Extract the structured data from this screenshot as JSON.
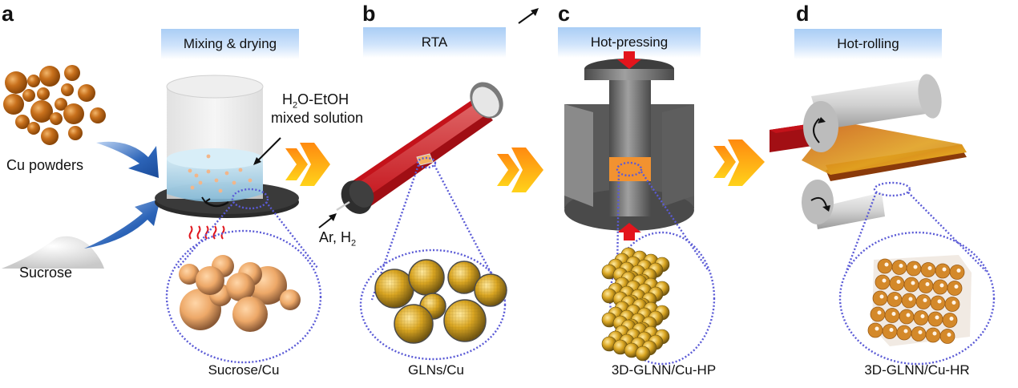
{
  "figure": {
    "panels": [
      {
        "letter": "a",
        "step": "Mixing & drying",
        "caption": "Sucrose/Cu"
      },
      {
        "letter": "b",
        "step": "RTA",
        "caption": "GLNs/Cu"
      },
      {
        "letter": "c",
        "step": "Hot-pressing",
        "caption": "3D-GLNN/Cu-HP"
      },
      {
        "letter": "d",
        "step": "Hot-rolling",
        "caption": "3D-GLNN/Cu-HR"
      }
    ],
    "inputs": {
      "cu_powders": "Cu powders",
      "sucrose": "Sucrose"
    },
    "annotations": {
      "solution_line1_prefix": "H",
      "solution_line1_sub": "2",
      "solution_line1_suffix": "O-EtOH",
      "solution_line2": "mixed solution",
      "gas_prefix": "Ar, H",
      "gas_sub": "2"
    },
    "colors": {
      "banner_blue": "#a9cdf5",
      "copper": "#c0701e",
      "furnace_red": "#c4121a",
      "arrow_orange": "#ff9a1a",
      "arrow_blue": "#2a63b8",
      "dotted_outline": "#5a5ad6",
      "press_gray": "#6e6e6e",
      "graphene_gold": "#d9a521"
    }
  }
}
